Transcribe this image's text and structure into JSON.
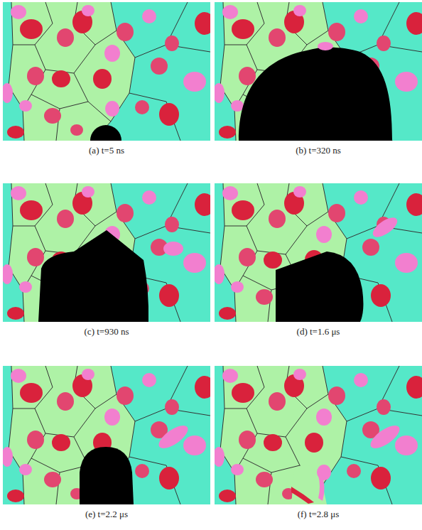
{
  "diagram": {
    "labels": [
      "(a) t=5 ns",
      "(b) t=320 ns",
      "(c) t=930 ns",
      "(d) t=1.6 μs",
      "(e) t=2.2 μs",
      "(f) t=2.8 μs"
    ]
  }
}
